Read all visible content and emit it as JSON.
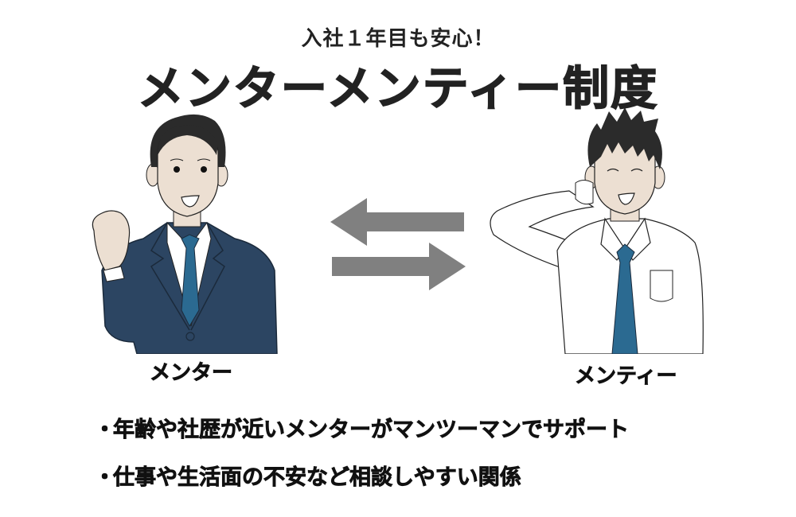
{
  "header": {
    "subtitle": "入社１年目も安心！",
    "title": "メンターメンティー制度"
  },
  "figures": {
    "mentor": {
      "label": "メンター",
      "suit_color": "#2c4562",
      "tie_color": "#2b6a91"
    },
    "mentee": {
      "label": "メンティー",
      "shirt_color": "#ffffff",
      "tie_color": "#2b6a91"
    }
  },
  "arrows": {
    "color": "#808080",
    "top_direction": "left",
    "bottom_direction": "right"
  },
  "bullets": [
    {
      "marker": "・",
      "text": "年齢や社歴が近いメンターがマンツーマンでサポート"
    },
    {
      "marker": "・",
      "text": "仕事や生活面の不安など相談しやすい関係"
    }
  ],
  "colors": {
    "highlight": "#f5f028",
    "text": "#222222",
    "skin": "#ecdfd2",
    "hair": "#2b2b2b"
  }
}
